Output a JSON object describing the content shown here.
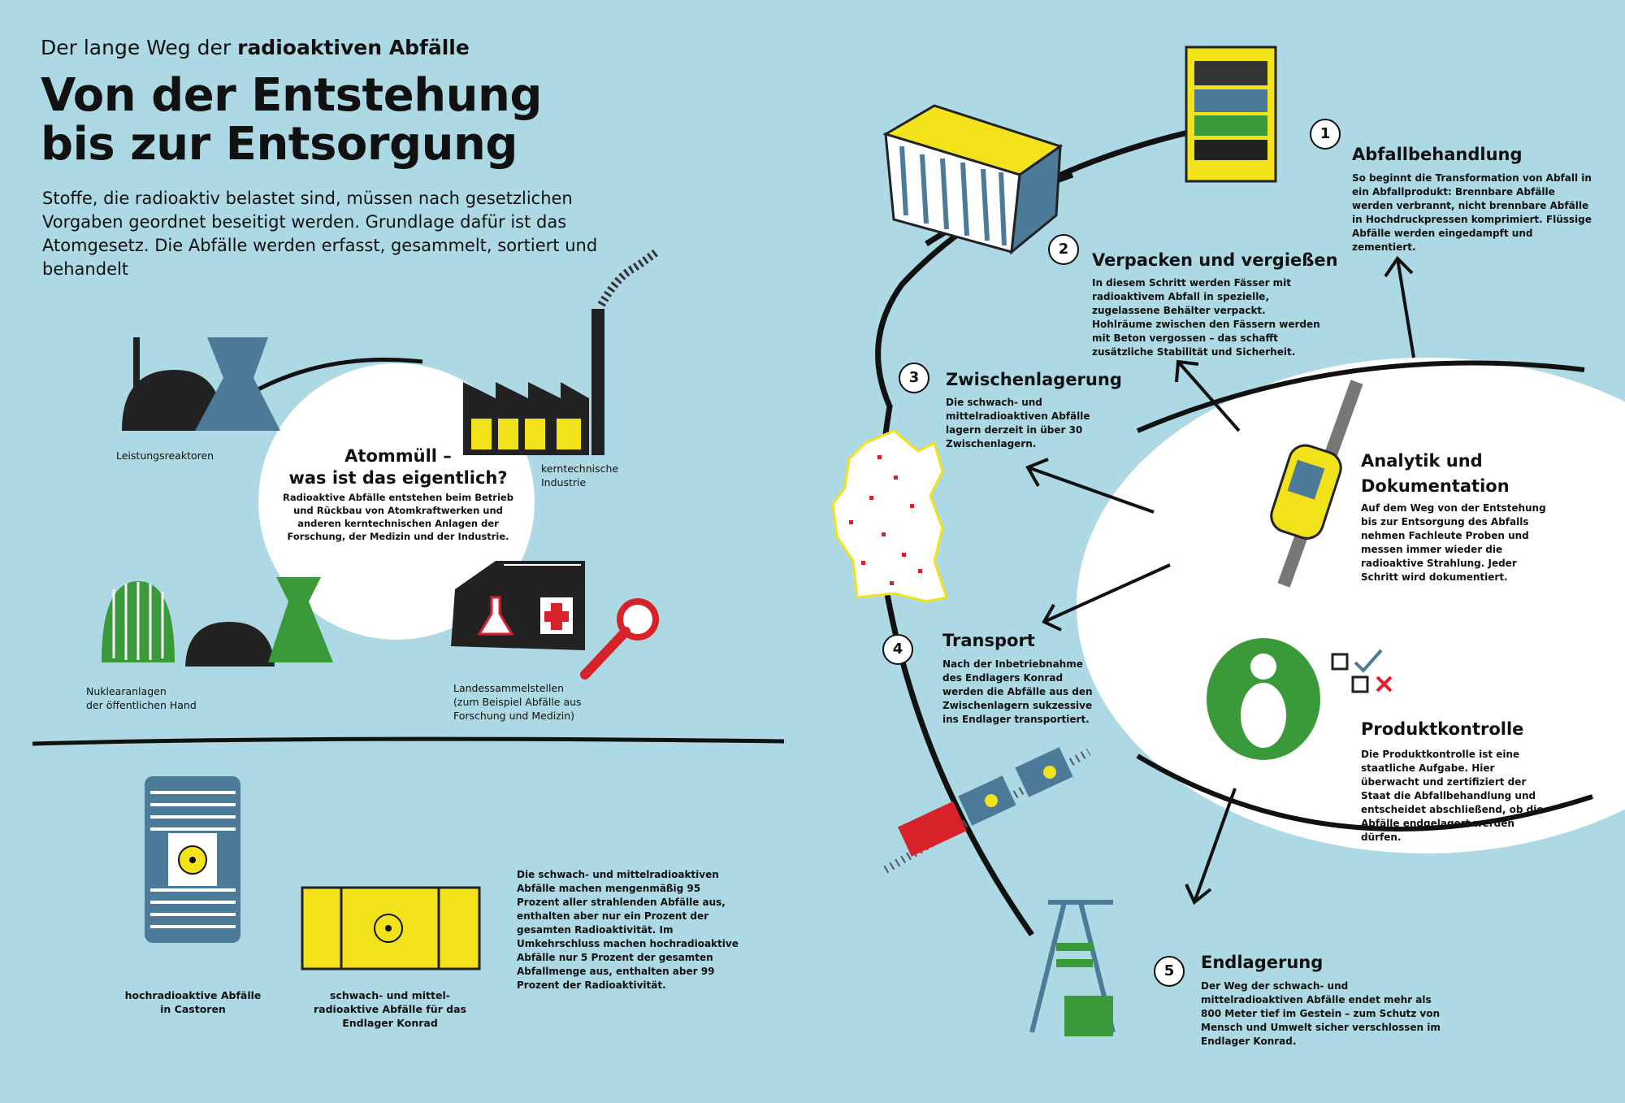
{
  "header": {
    "kicker_prefix": "Der lange Weg der",
    "kicker_bold": "radioaktiven Abfälle",
    "title_line1": "Von der Entstehung",
    "title_line2": "bis zur Entsorgung",
    "intro": "Stoffe, die radioaktiv belastet sind, müssen nach gesetzlichen Vorgaben geordnet beseitigt werden. Grundlage dafür ist das Atomgesetz. Die Abfälle werden erfasst, gesammelt, sortiert und behandelt"
  },
  "sources": {
    "center_title_line1": "Atommüll –",
    "center_title_line2": "was ist das eigentlich?",
    "center_text": "Radioaktive Abfälle entstehen beim Betrieb und Rückbau von Atomkraftwerken und anderen kerntechnischen Anlagen der Forschung, der Medizin und der Industrie.",
    "reactors": "Leistungsreaktoren",
    "industry_line1": "kerntechnische",
    "industry_line2": "Industrie",
    "public_line1": "Nuklearanlagen",
    "public_line2": "der öffentlichen Hand",
    "collect_line1": "Landessammelstellen",
    "collect_line2": "(zum Beispiel Abfälle aus",
    "collect_line3": "Forschung und Medizin)"
  },
  "containers": {
    "castor_line1": "hochradioaktive Abfälle",
    "castor_line2": "in Castoren",
    "konrad_line1": "schwach- und mittel-",
    "konrad_line2": "radioaktive Abfälle für das",
    "konrad_line3": "Endlager Konrad",
    "info": "Die schwach- und mittelradioaktiven Abfälle machen mengenmäßig 95 Prozent aller strahlenden Abfälle aus, enthalten aber nur ein Prozent der gesamten Radioaktivität. Im Umkehrschluss machen hochradioaktive Abfälle nur 5 Prozent der gesamten Abfallmenge aus, enthalten aber 99 Prozent der Radioaktivität."
  },
  "steps": [
    {
      "num": "1",
      "title": "Abfallbehandlung",
      "text": "So beginnt die Transformation von Abfall in ein Abfallprodukt: Brennbare Abfälle werden verbrannt, nicht brennbare Abfälle in Hochdruckpressen komprimiert. Flüssige Abfälle werden eingedampft und zementiert."
    },
    {
      "num": "2",
      "title": "Verpacken und vergießen",
      "text": "In diesem Schritt werden Fässer mit radioaktivem Abfall in spezielle, zugelassene Behälter verpackt. Hohlräume zwischen den Fässern werden mit Beton vergossen – das schafft zusätzliche Stabilität und Sicherheit."
    },
    {
      "num": "3",
      "title": "Zwischenlagerung",
      "text": "Die schwach- und mittelradioaktiven Abfälle lagern derzeit in über 30 Zwischenlagern."
    },
    {
      "num": "4",
      "title": "Transport",
      "text": "Nach der Inbetriebnahme des Endlagers Konrad werden die Abfälle aus den Zwischenlagern sukzessive ins Endlager transportiert."
    },
    {
      "num": "5",
      "title": "Endlagerung",
      "text": "Der Weg der schwach- und mittelradioaktiven Abfälle endet mehr als 800 Meter tief im Gestein – zum Schutz von Mensch und Umwelt sicher verschlossen im Endlager Konrad."
    }
  ],
  "oval": {
    "analytics_title_line1": "Analytik und",
    "analytics_title_line2": "Dokumentation",
    "analytics_text": "Auf dem Weg von der Entstehung bis zur Entsorgung des Abfalls nehmen Fachleute Proben und messen immer wieder die radioaktive Strahlung. Jeder Schritt wird dokumentiert.",
    "control_title": "Produktkontrolle",
    "control_text": "Die Produktkontrolle ist eine staatliche Aufgabe. Hier überwacht und zertifiziert der Staat die Abfallbehandlung und entscheidet abschließend, ob die Abfälle endgelagert werden dürfen."
  },
  "colors": {
    "background": "#acd9e3",
    "yellow": "#f2e21a",
    "green": "#3a9a3a",
    "blue_grey": "#4c7a99",
    "red": "#d8222a"
  }
}
